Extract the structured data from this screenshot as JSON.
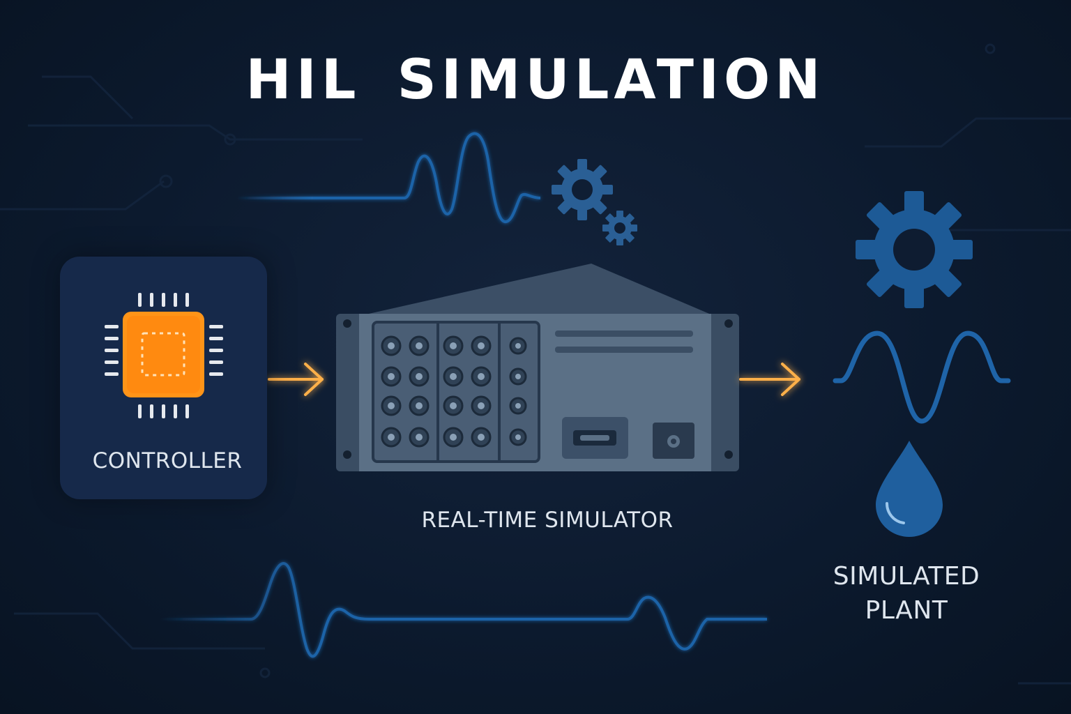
{
  "title": "HIL SIMULATION",
  "controller": {
    "label": "CONTROLLER",
    "icon": "microchip-icon"
  },
  "simulator": {
    "label": "REAL-TIME SIMULATOR",
    "icon": "rack-simulator-icon"
  },
  "plant": {
    "label_line1": "SIMULATED",
    "label_line2": "PLANT",
    "icons": [
      "gear-icon",
      "sine-wave-icon",
      "water-drop-icon"
    ]
  },
  "colors": {
    "background": "#0c1a2e",
    "accent_blue": "#1f64a8",
    "accent_orange": "#ff8a1c",
    "card": "#16294a",
    "simulator_body": "#5a6f85"
  }
}
